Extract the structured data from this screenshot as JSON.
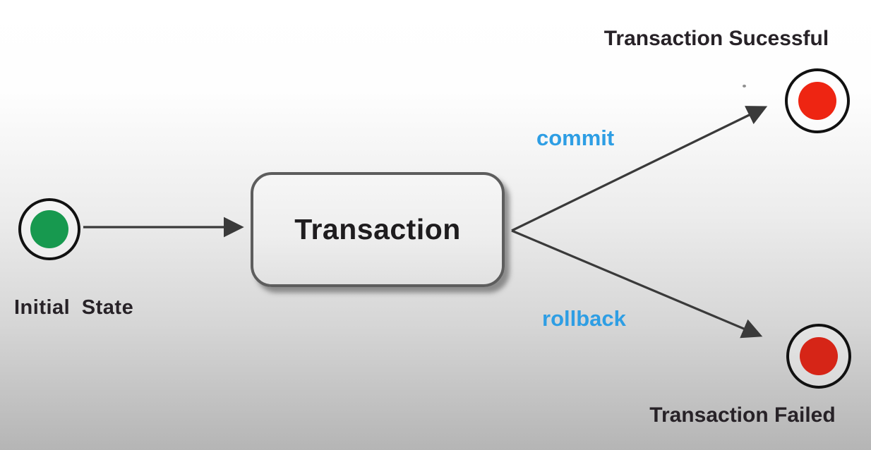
{
  "diagram": {
    "nodes": {
      "initial": {
        "label": "Initial State",
        "fill": "#17994f"
      },
      "transaction": {
        "label": "Transaction"
      },
      "success": {
        "label": "Transaction Sucessful",
        "fill": "#ee2512"
      },
      "failed": {
        "label": "Transaction Failed",
        "fill": "#d62517"
      }
    },
    "edges": {
      "start": {
        "label": "",
        "from": "initial",
        "to": "transaction"
      },
      "commit": {
        "label": "commit",
        "from": "transaction",
        "to": "success"
      },
      "rollback": {
        "label": "rollback",
        "from": "transaction",
        "to": "failed"
      }
    },
    "colors": {
      "edge_label_blue": "#2e9ee4",
      "arrow_stroke": "#3a3a3a",
      "ring_stroke": "#111111",
      "box_border": "#5d5d5d",
      "box_fill_top": "#f6f6f6",
      "box_fill_bottom": "#e1e1e1",
      "text_dark": "#272227",
      "background_top": "#ffffff",
      "background_bottom": "#b5b5b5"
    }
  }
}
